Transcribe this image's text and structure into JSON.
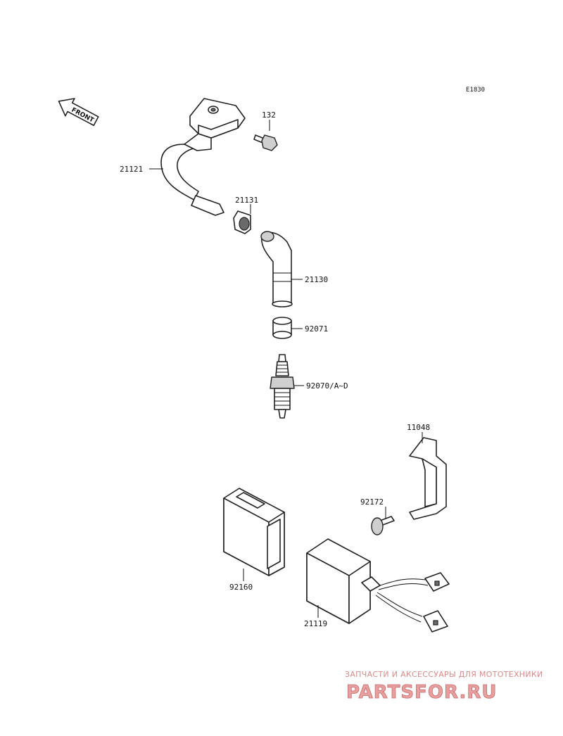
{
  "diagram_code": "E1830",
  "front_label": "FRONT",
  "parts": [
    {
      "id": "ignition-coil",
      "number": "21121"
    },
    {
      "id": "bolt",
      "number": "132"
    },
    {
      "id": "cap-terminal",
      "number": "21131"
    },
    {
      "id": "plug-cap",
      "number": "21130"
    },
    {
      "id": "gasket",
      "number": "92071"
    },
    {
      "id": "spark-plug",
      "number": "92070/A~D"
    },
    {
      "id": "bracket",
      "number": "11048"
    },
    {
      "id": "screw",
      "number": "92172"
    },
    {
      "id": "cover",
      "number": "92160"
    },
    {
      "id": "igniter",
      "number": "21119"
    }
  ],
  "watermark": {
    "subtitle": "ЗАПЧАСТИ И АКСЕССУАРЫ ДЛЯ МОТОТЕХНИКИ",
    "brand": "PARTSFOR.RU"
  }
}
